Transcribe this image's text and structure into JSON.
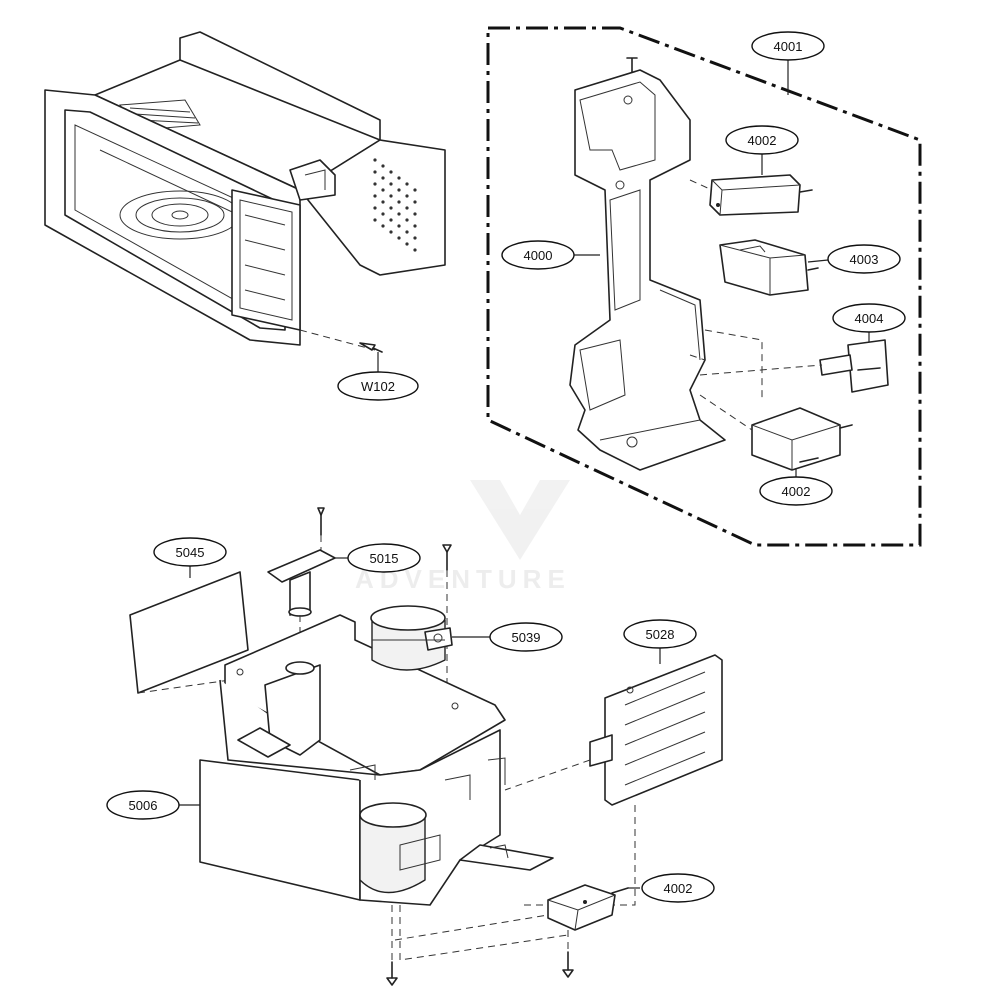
{
  "diagram": {
    "callouts": {
      "c4001": "4001",
      "c4002_top": "4002",
      "c4000": "4000",
      "c4003": "4003",
      "c4004": "4004",
      "c4002_mid": "4002",
      "cW102": "W102",
      "c5045": "5045",
      "c5015": "5015",
      "c5039": "5039",
      "c5028": "5028",
      "c5006": "5006",
      "c4002_bottom": "4002"
    },
    "watermark": "ADVENTURE"
  }
}
